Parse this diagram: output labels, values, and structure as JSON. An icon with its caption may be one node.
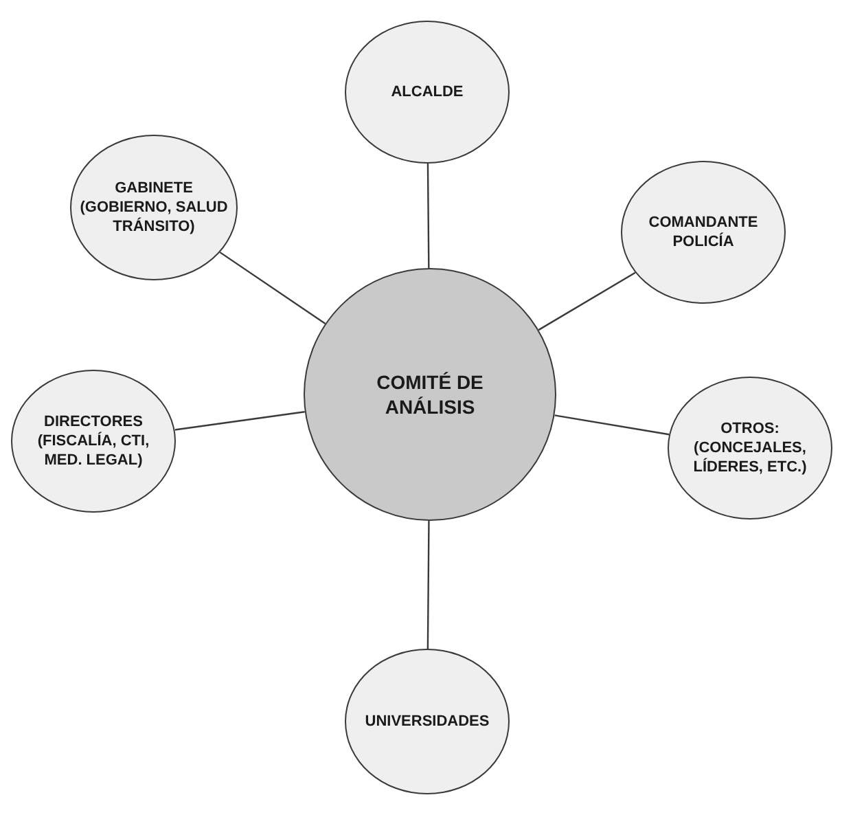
{
  "diagram": {
    "nodes": [
      {
        "text": [
          "ALCALDE"
        ]
      },
      {
        "text": [
          "GABINETE (GOBIERNO, SALUD TRÁNSITO)"
        ]
      },
      {
        "text": [
          "COMANDANTE POLICÍA"
        ]
      },
      {
        "text": [
          "COMITÉ DE ANÁLISIS"
        ]
      },
      {
        "text": [
          "DIRECTORES (FISCALÍA, CTI, MED. LEGAL)"
        ]
      },
      {
        "text": [
          "OTROS: (CONCEJALES, LÍDERES, ETC.)"
        ]
      },
      {
        "text": [
          "UNIVERSIDADES"
        ]
      }
    ],
    "edges": [
      {
        "from": 3,
        "to": 0,
        "arrow": "none"
      },
      {
        "from": 3,
        "to": 1,
        "arrow": "none"
      },
      {
        "from": 3,
        "to": 2,
        "arrow": "none"
      },
      {
        "from": 3,
        "to": 4,
        "arrow": "none"
      },
      {
        "from": 3,
        "to": 5,
        "arrow": "none"
      },
      {
        "from": 3,
        "to": 6,
        "arrow": "none"
      }
    ]
  }
}
